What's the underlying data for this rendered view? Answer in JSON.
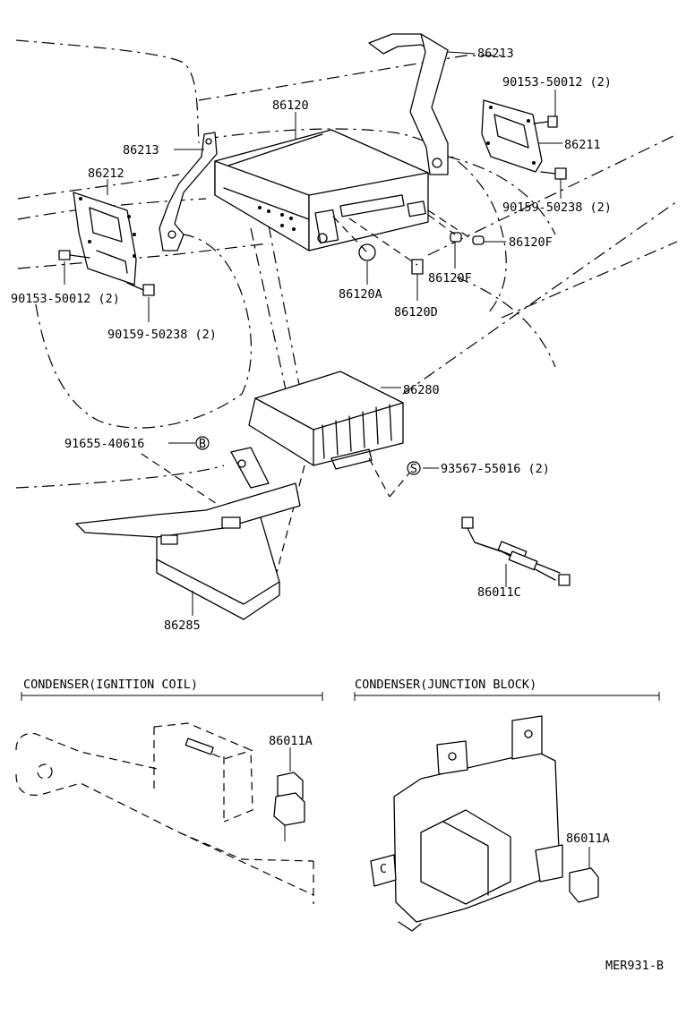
{
  "labels": {
    "p86213_top": "86213",
    "p90153_right": "90153-50012 (2)",
    "p86120": "86120",
    "p86211": "86211",
    "p86213_left": "86213",
    "p86212": "86212",
    "p90159_right": "90159-50238 (2)",
    "p86120f_a": "86120F",
    "p90153_left": "90153-50012 (2)",
    "p86120a": "86120A",
    "p86120f_b": "86120F",
    "p86120d": "86120D",
    "p90159_left": "90159-50238 (2)",
    "p86280": "86280",
    "p91655": "91655-40616",
    "p93567": "93567-55016 (2)",
    "p86011c": "86011C",
    "p86285": "86285",
    "p86011a_left": "86011A",
    "p86011a_right": "86011A"
  },
  "symbols": {
    "b": "B",
    "s": "S"
  },
  "sections": {
    "ignition": "CONDENSER(IGNITION COIL)",
    "junction": "CONDENSER(JUNCTION BLOCK)"
  },
  "block_marker": "C",
  "footer_code": "MER931-B"
}
